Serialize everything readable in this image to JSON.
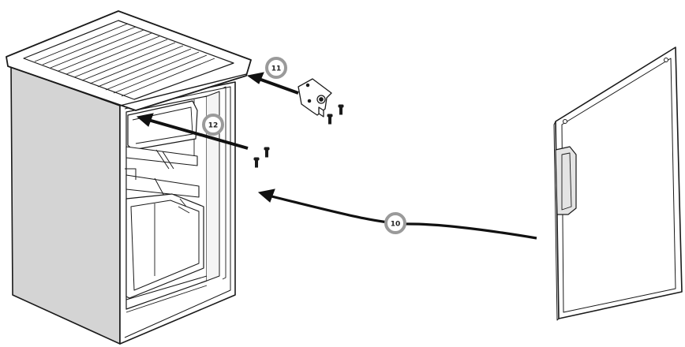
{
  "steps": [
    {
      "number": "10",
      "target": "door"
    },
    {
      "number": "11",
      "target": "hinge-bracket"
    },
    {
      "number": "12",
      "target": "hinge-screws"
    }
  ],
  "colors": {
    "line": "#1a1a1a",
    "side_panel": "#d4d4d4",
    "door_handle": "#e4e4e4",
    "badge_ring": "#9a9a9a",
    "arrow": "#111111"
  }
}
